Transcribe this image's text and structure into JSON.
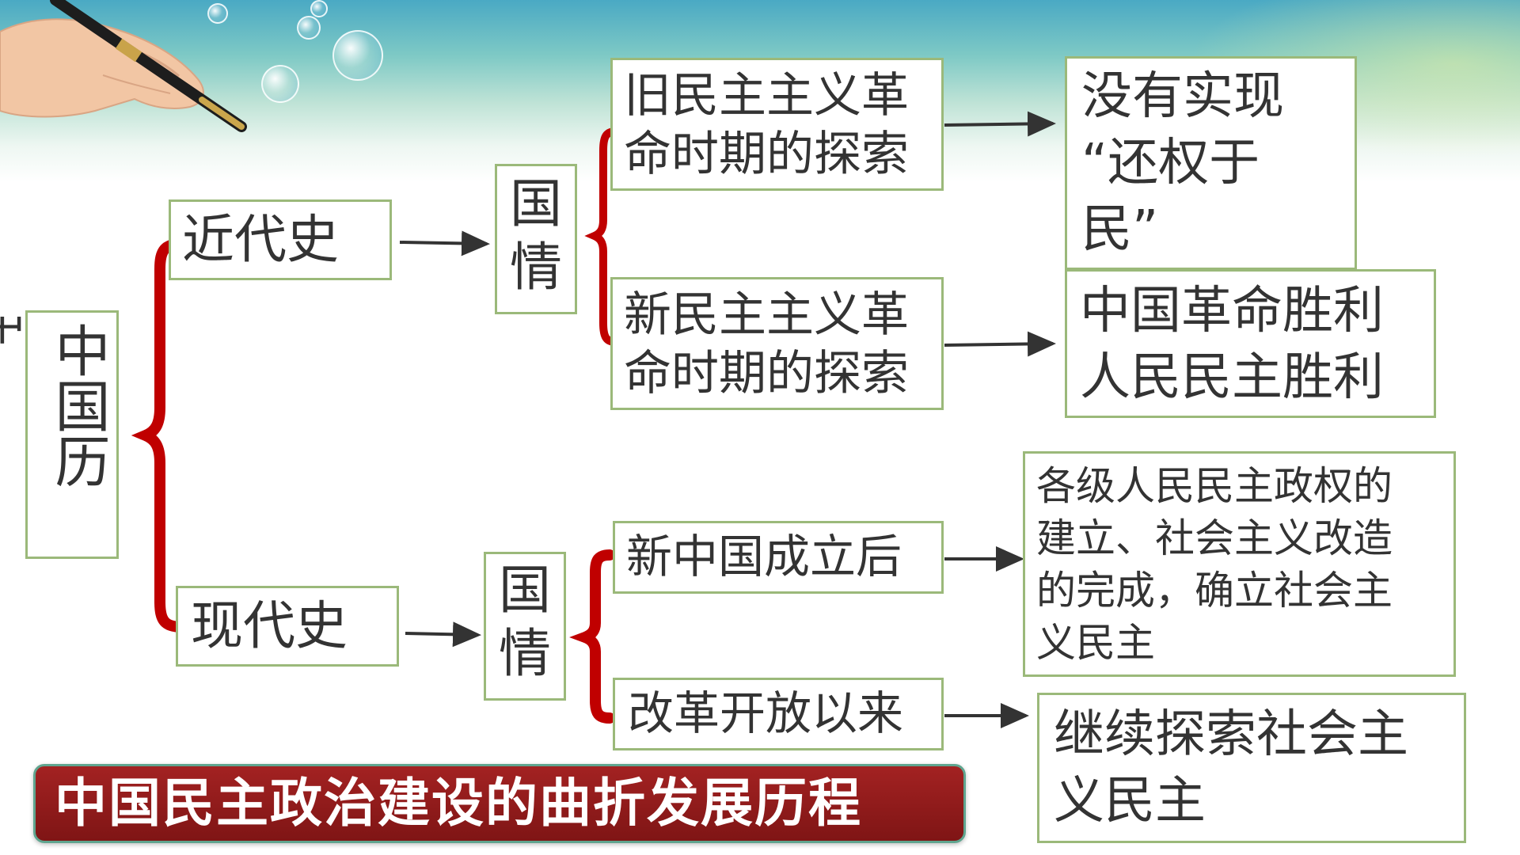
{
  "diagram": {
    "root_label": "中国历",
    "root_edge_label": "中",
    "modern_history": "近代史",
    "contemporary_history": "现代史",
    "national_condition_1": "国\n情",
    "national_condition_2": "国\n情",
    "old_democratic": "旧民主主义革\n命时期的探索",
    "new_democratic": "新民主主义革\n命时期的探索",
    "after_new_china": "新中国成立后",
    "since_reform": "改革开放以来",
    "result_old": "没有实现\n“还权于\n民”",
    "result_new": "中国革命胜利\n人民民主胜利",
    "result_after_new_china": "各级人民民主政权的\n建立、社会主义改造\n的完成，确立社会主\n义民主",
    "result_reform": "继续探索社会主\n义民主",
    "title": "中国民主政治建设的曲折发展历程"
  },
  "colors": {
    "box_border": "#9bb97a",
    "bracket": "#c00000",
    "title_bg": "#8b1a1a",
    "text": "#333333"
  },
  "icons": {
    "decoration": "hand-with-pen-icon",
    "bubbles": "water-bubble-icon"
  }
}
